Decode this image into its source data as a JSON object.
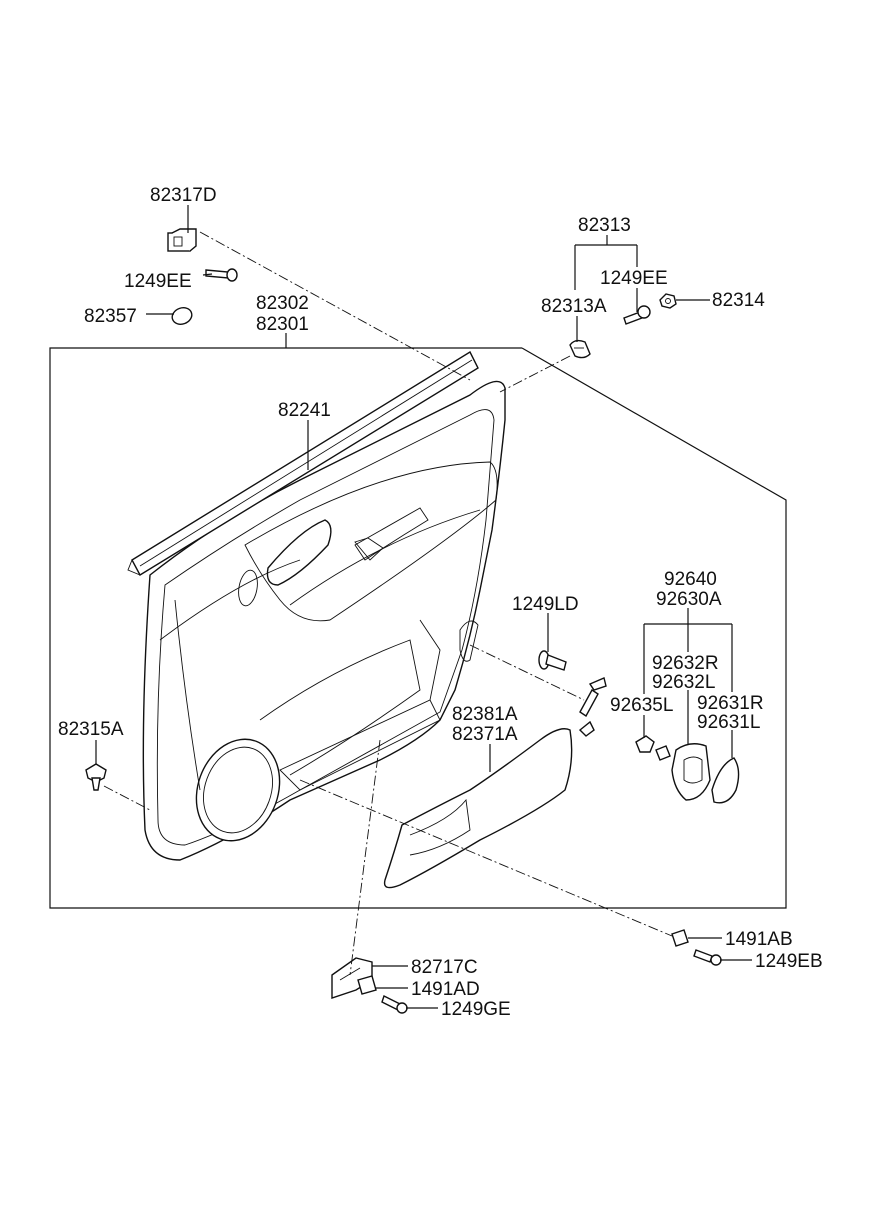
{
  "labels": {
    "p82317D": "82317D",
    "p1249EE_a": "1249EE",
    "p82357": "82357",
    "p82302": "82302",
    "p82301": "82301",
    "p82313": "82313",
    "p1249EE_b": "1249EE",
    "p82313A": "82313A",
    "p82314": "82314",
    "p82241": "82241",
    "p92640": "92640",
    "p92630A": "92630A",
    "p1249LD": "1249LD",
    "p92632R": "92632R",
    "p92632L": "92632L",
    "p92635L": "92635L",
    "p92631R": "92631R",
    "p92631L": "92631L",
    "p82315A": "82315A",
    "p82381A": "82381A",
    "p82371A": "82371A",
    "p1491AB": "1491AB",
    "p1249EB": "1249EB",
    "p82717C": "82717C",
    "p1491AD": "1491AD",
    "p1249GE": "1249GE"
  }
}
